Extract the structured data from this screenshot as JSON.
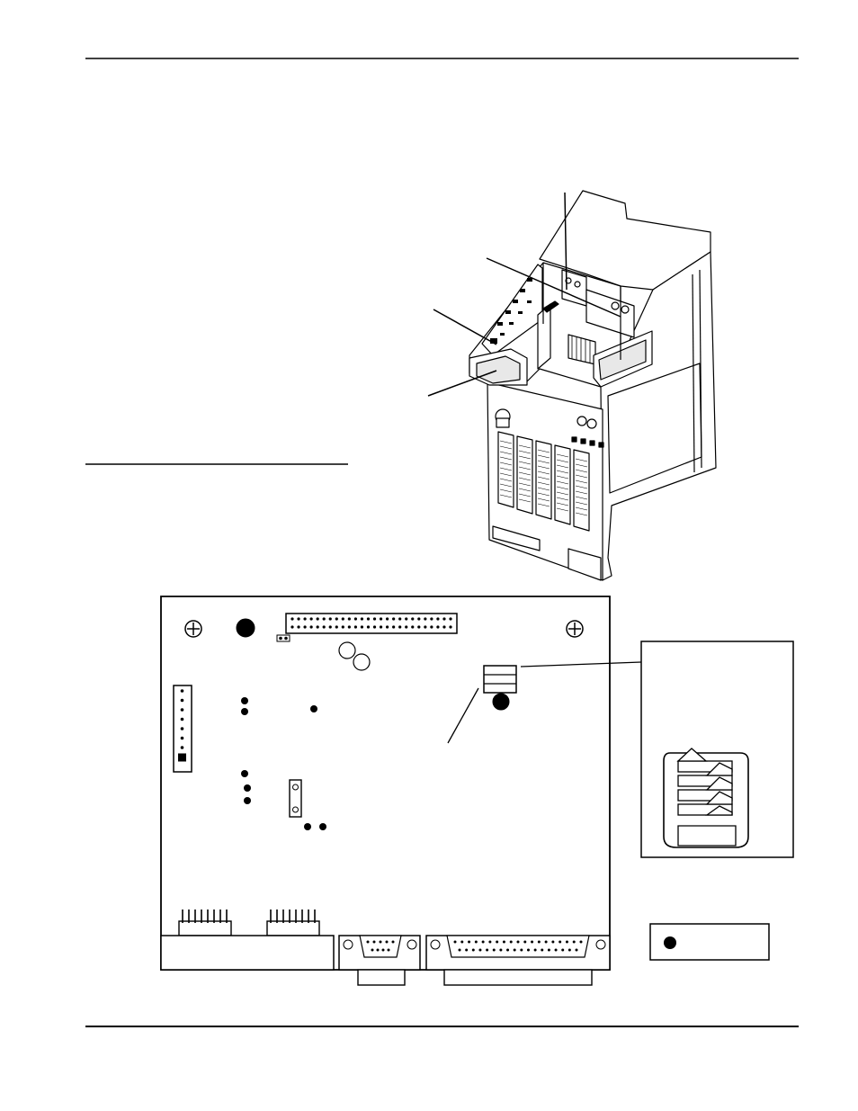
{
  "page": {
    "header_text": "",
    "footer_text": "",
    "section_rule_label": ""
  },
  "unit_illustration": {
    "callouts": [
      "",
      "",
      "",
      ""
    ]
  },
  "pcb": {
    "ribbon_header_pins_per_row": 26,
    "terminal_block_positions": 8,
    "dsub_small_pins": [
      5,
      4
    ],
    "dsub_large_pins": [
      19,
      18
    ],
    "pin_headers": 2,
    "header_pins_each": 8
  },
  "dip_switch_detail": {
    "positions": 4,
    "label": ""
  },
  "legend": {
    "label": ""
  },
  "colors": {
    "ink": "#000000",
    "paper": "#ffffff",
    "shade": "#d8d8d8"
  }
}
